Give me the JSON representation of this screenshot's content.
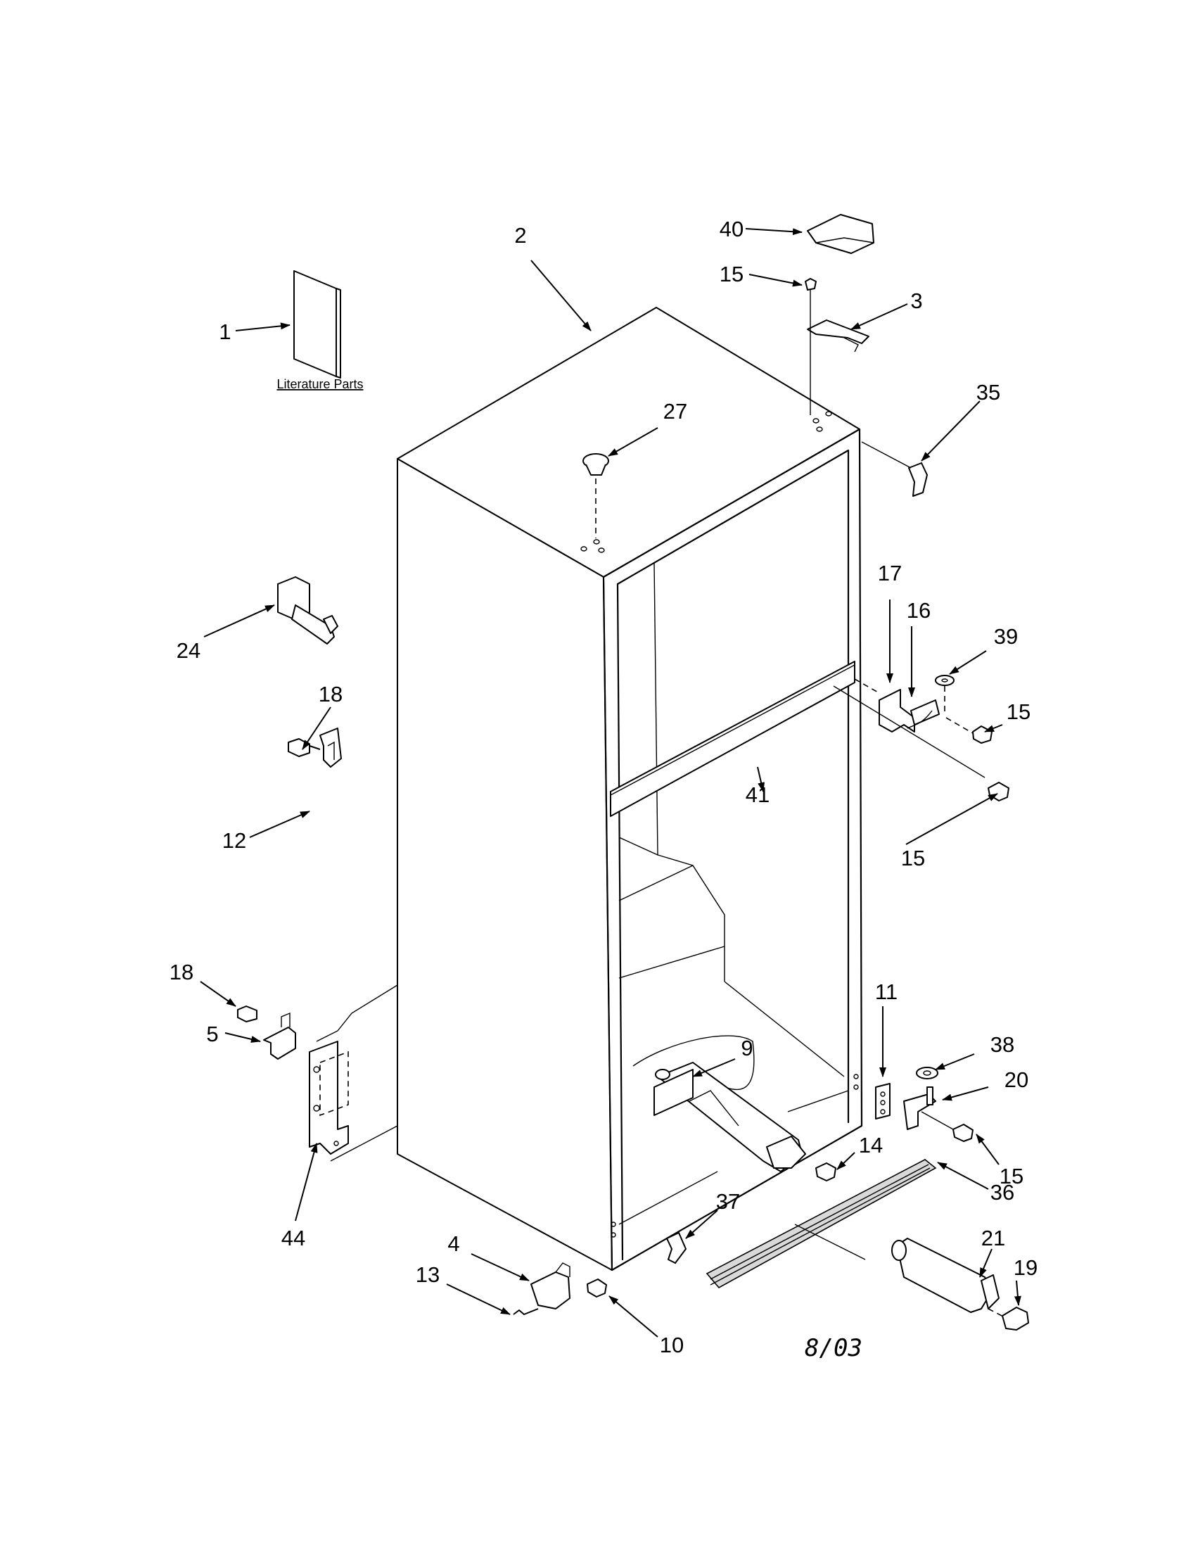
{
  "callouts": [
    {
      "label": "1"
    },
    {
      "label": "2"
    },
    {
      "label": "40"
    },
    {
      "label": "15"
    },
    {
      "label": "3"
    },
    {
      "label": "35"
    },
    {
      "label": "27"
    },
    {
      "label": "24"
    },
    {
      "label": "17"
    },
    {
      "label": "16"
    },
    {
      "label": "39"
    },
    {
      "label": "15"
    },
    {
      "label": "18"
    },
    {
      "label": "12"
    },
    {
      "label": "41"
    },
    {
      "label": "15"
    },
    {
      "label": "18"
    },
    {
      "label": "5"
    },
    {
      "label": "44"
    },
    {
      "label": "11"
    },
    {
      "label": "9"
    },
    {
      "label": "38"
    },
    {
      "label": "20"
    },
    {
      "label": "14"
    },
    {
      "label": "15"
    },
    {
      "label": "36"
    },
    {
      "label": "37"
    },
    {
      "label": "21"
    },
    {
      "label": "19"
    },
    {
      "label": "4"
    },
    {
      "label": "13"
    },
    {
      "label": "10"
    }
  ],
  "caption": "Literature Parts",
  "date_mark": "8/03"
}
